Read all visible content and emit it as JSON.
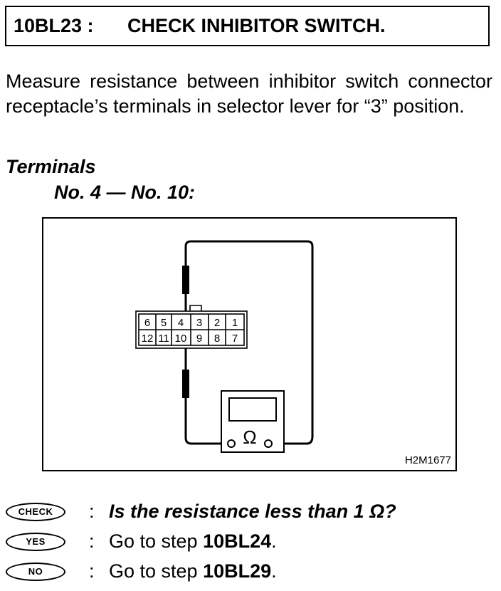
{
  "header": {
    "code": "10BL23 :",
    "title": "CHECK INHIBITOR SWITCH."
  },
  "intro": "Measure resistance between inhibitor switch connector receptacle’s terminals in selector lever for “3” position.",
  "terminals": {
    "heading": "Terminals",
    "value": "No. 4 — No. 10:"
  },
  "figure": {
    "code": "H2M1677",
    "meter_symbol": "Ω",
    "connector_top_row": [
      "6",
      "5",
      "4",
      "3",
      "2",
      "1"
    ],
    "connector_bottom_row": [
      "12",
      "11",
      "10",
      "9",
      "8",
      "7"
    ]
  },
  "check": {
    "badge": "CHECK",
    "colon": ":",
    "question": "Is the resistance less than 1 Ω?"
  },
  "yes": {
    "badge": "YES",
    "colon": ":",
    "prefix": "Go to step ",
    "step": "10BL24",
    "suffix": "."
  },
  "no": {
    "badge": "NO",
    "colon": ":",
    "prefix": "Go to step ",
    "step": "10BL29",
    "suffix": "."
  }
}
